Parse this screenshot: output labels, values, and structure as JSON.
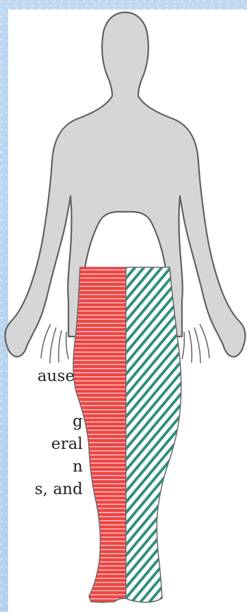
{
  "caption": {
    "lines": [
      "auses",
      "",
      "g",
      "eral",
      "n",
      "s, and"
    ]
  },
  "diagram": {
    "left_leg_pattern": "horizontal-stripes",
    "right_leg_pattern": "diagonal-stripes",
    "colors": {
      "frame": "#b4d0ee",
      "body": "#d6d6d6",
      "outline": "#5f5f5f",
      "left_leg": "#ef4444",
      "right_leg": "#2f8f7f",
      "white": "#ffffff"
    }
  }
}
